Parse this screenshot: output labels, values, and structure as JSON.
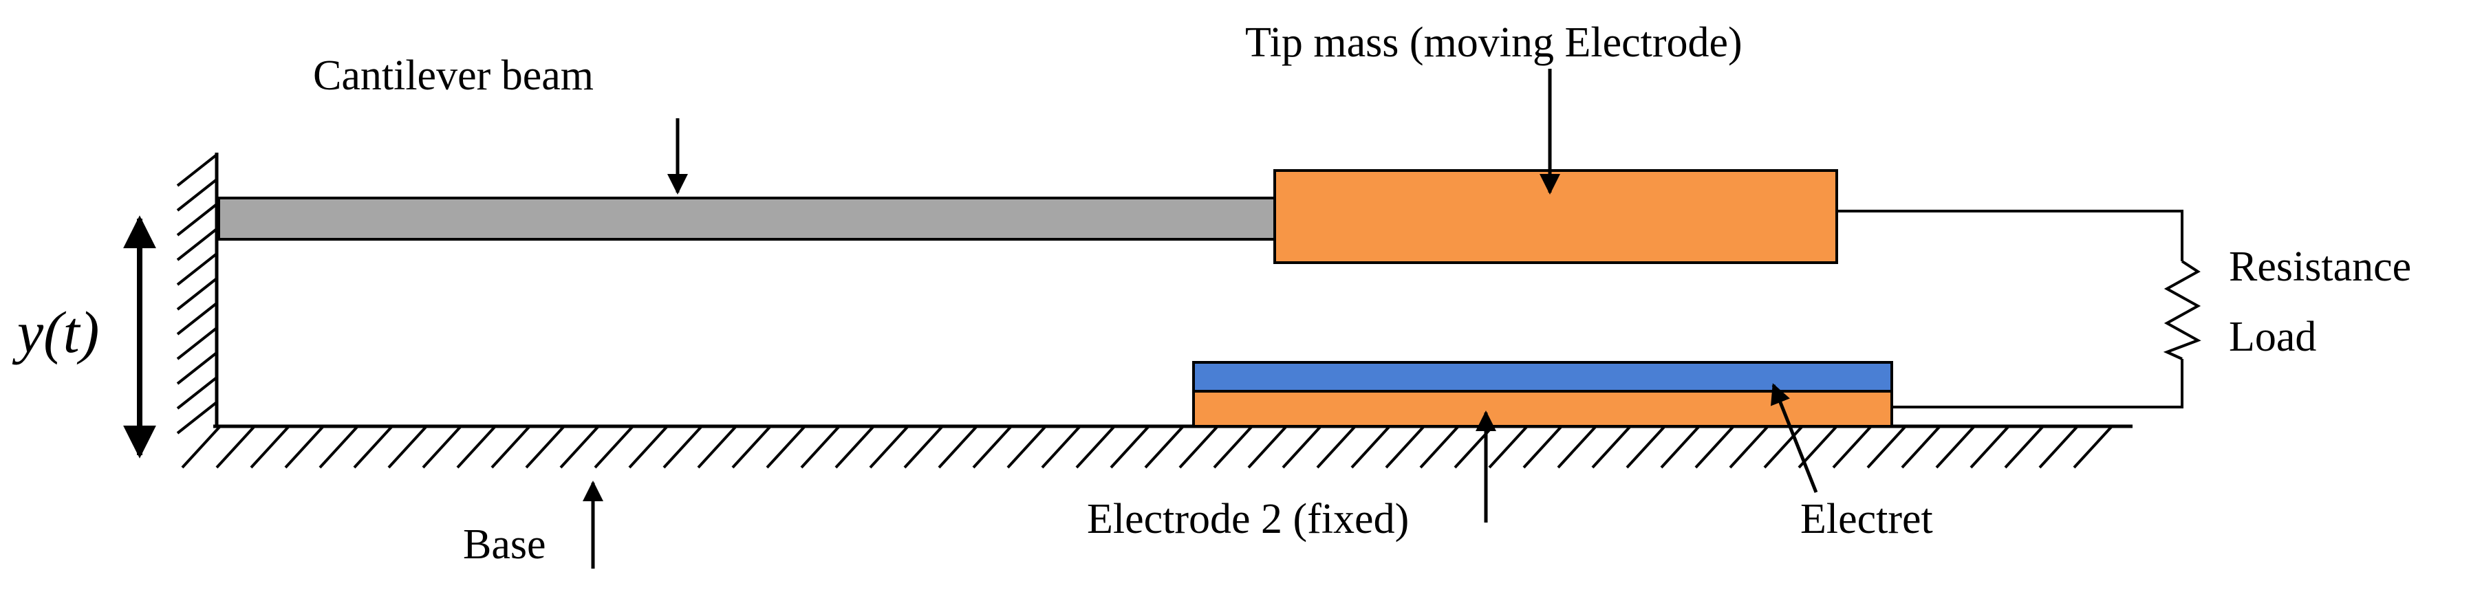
{
  "labels": {
    "cantilever_beam": "Cantilever beam",
    "tip_mass": "Tip mass (moving Electrode)",
    "resistance_line1": "Resistance",
    "resistance_line2": "Load",
    "displacement": "y(t)",
    "base": "Base",
    "electrode2": "Electrode 2 (fixed)",
    "electret": "Electret"
  },
  "colors": {
    "beam": "#a6a6a6",
    "tip_mass": "#f79646",
    "electrode2": "#f79646",
    "electret": "#4a7fd4",
    "line": "#000000"
  }
}
